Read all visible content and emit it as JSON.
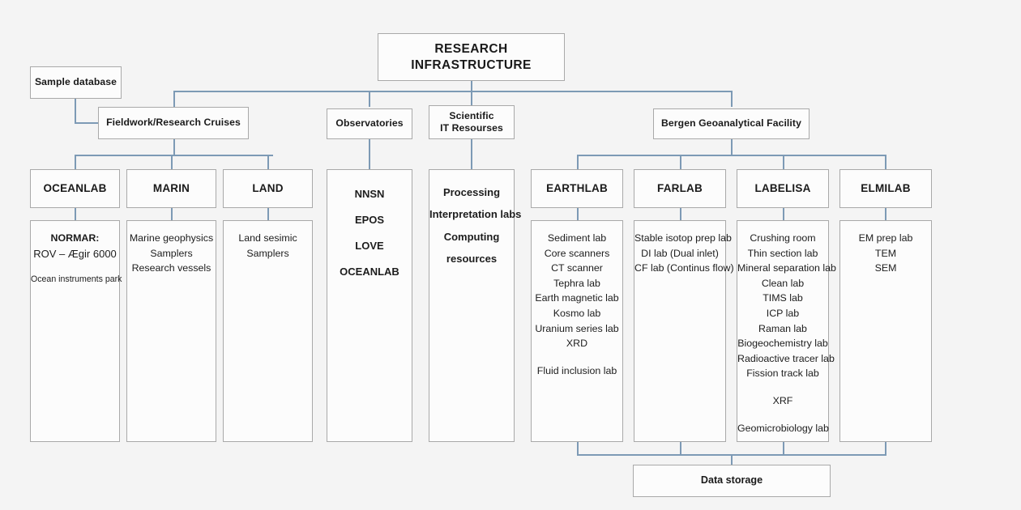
{
  "diagram": {
    "title": "RESEARCH INFRASTRUCTURE",
    "colors": {
      "background": "#f4f4f4",
      "box_fill": "#fcfcfc",
      "box_border": "#a9a9a9",
      "connector": "#7d9ab5",
      "text": "#1a1a1a"
    },
    "root": {
      "label": "RESEARCH INFRASTRUCTURE"
    },
    "side": {
      "label": "Sample database"
    },
    "branches": {
      "fieldwork": {
        "label": "Fieldwork/Research Cruises"
      },
      "observatories": {
        "label": "Observatories"
      },
      "it": {
        "label_line1": "Scientific",
        "label_line2": "IT Resourses"
      },
      "bergen": {
        "label": "Bergen Geoanalytical Facility"
      }
    },
    "fieldwork_columns": [
      {
        "header": "OCEANLAB",
        "items": [
          {
            "text": "NORMAR:",
            "style": "bold"
          },
          {
            "text": "ROV – Ægir 6000",
            "style": "med"
          },
          {
            "text": "",
            "style": "gap"
          },
          {
            "text": "Ocean instruments park",
            "style": "small"
          }
        ]
      },
      {
        "header": "MARIN",
        "items": [
          {
            "text": "Marine geophysics",
            "style": "normal"
          },
          {
            "text": "Samplers",
            "style": "normal"
          },
          {
            "text": "Research vessels",
            "style": "normal"
          }
        ]
      },
      {
        "header": "LAND",
        "items": [
          {
            "text": "Land sesimic",
            "style": "normal"
          },
          {
            "text": "Samplers",
            "style": "normal"
          }
        ]
      }
    ],
    "observatories_items": [
      "NNSN",
      "EPOS",
      "LOVE",
      "OCEANLAB"
    ],
    "it_items": [
      "Processing",
      "Interpretation labs",
      "Computing",
      "resources"
    ],
    "bergen_columns": [
      {
        "header": "EARTHLAB",
        "items": [
          {
            "text": "Sediment lab",
            "style": "normal"
          },
          {
            "text": "Core scanners",
            "style": "normal"
          },
          {
            "text": "CT scanner",
            "style": "normal"
          },
          {
            "text": "Tephra lab",
            "style": "normal"
          },
          {
            "text": "Earth magnetic lab",
            "style": "normal"
          },
          {
            "text": "Kosmo lab",
            "style": "normal"
          },
          {
            "text": "Uranium series lab",
            "style": "normal"
          },
          {
            "text": "XRD",
            "style": "normal"
          },
          {
            "text": "",
            "style": "gap"
          },
          {
            "text": "Fluid inclusion lab",
            "style": "normal"
          }
        ]
      },
      {
        "header": "FARLAB",
        "items": [
          {
            "text": "Stable isotop prep lab",
            "style": "normal"
          },
          {
            "text": "DI lab (Dual inlet)",
            "style": "normal"
          },
          {
            "text": "CF lab (Continus flow)",
            "style": "normal"
          }
        ]
      },
      {
        "header": "LABELISA",
        "items": [
          {
            "text": "Crushing room",
            "style": "normal"
          },
          {
            "text": "Thin section lab",
            "style": "normal"
          },
          {
            "text": "Mineral separation lab",
            "style": "normal"
          },
          {
            "text": "Clean lab",
            "style": "normal"
          },
          {
            "text": "TIMS lab",
            "style": "normal"
          },
          {
            "text": "ICP lab",
            "style": "normal"
          },
          {
            "text": "Raman lab",
            "style": "normal"
          },
          {
            "text": "Biogeochemistry lab",
            "style": "normal"
          },
          {
            "text": "Radioactive tracer lab",
            "style": "normal"
          },
          {
            "text": "Fission track lab",
            "style": "normal"
          },
          {
            "text": "",
            "style": "gap"
          },
          {
            "text": "XRF",
            "style": "normal"
          },
          {
            "text": "",
            "style": "gap"
          },
          {
            "text": "Geomicrobiology lab",
            "style": "normal"
          }
        ]
      },
      {
        "header": "ELMILAB",
        "items": [
          {
            "text": "EM prep lab",
            "style": "normal"
          },
          {
            "text": "TEM",
            "style": "normal"
          },
          {
            "text": "SEM",
            "style": "normal"
          }
        ]
      }
    ],
    "storage": {
      "label": "Data storage"
    }
  }
}
